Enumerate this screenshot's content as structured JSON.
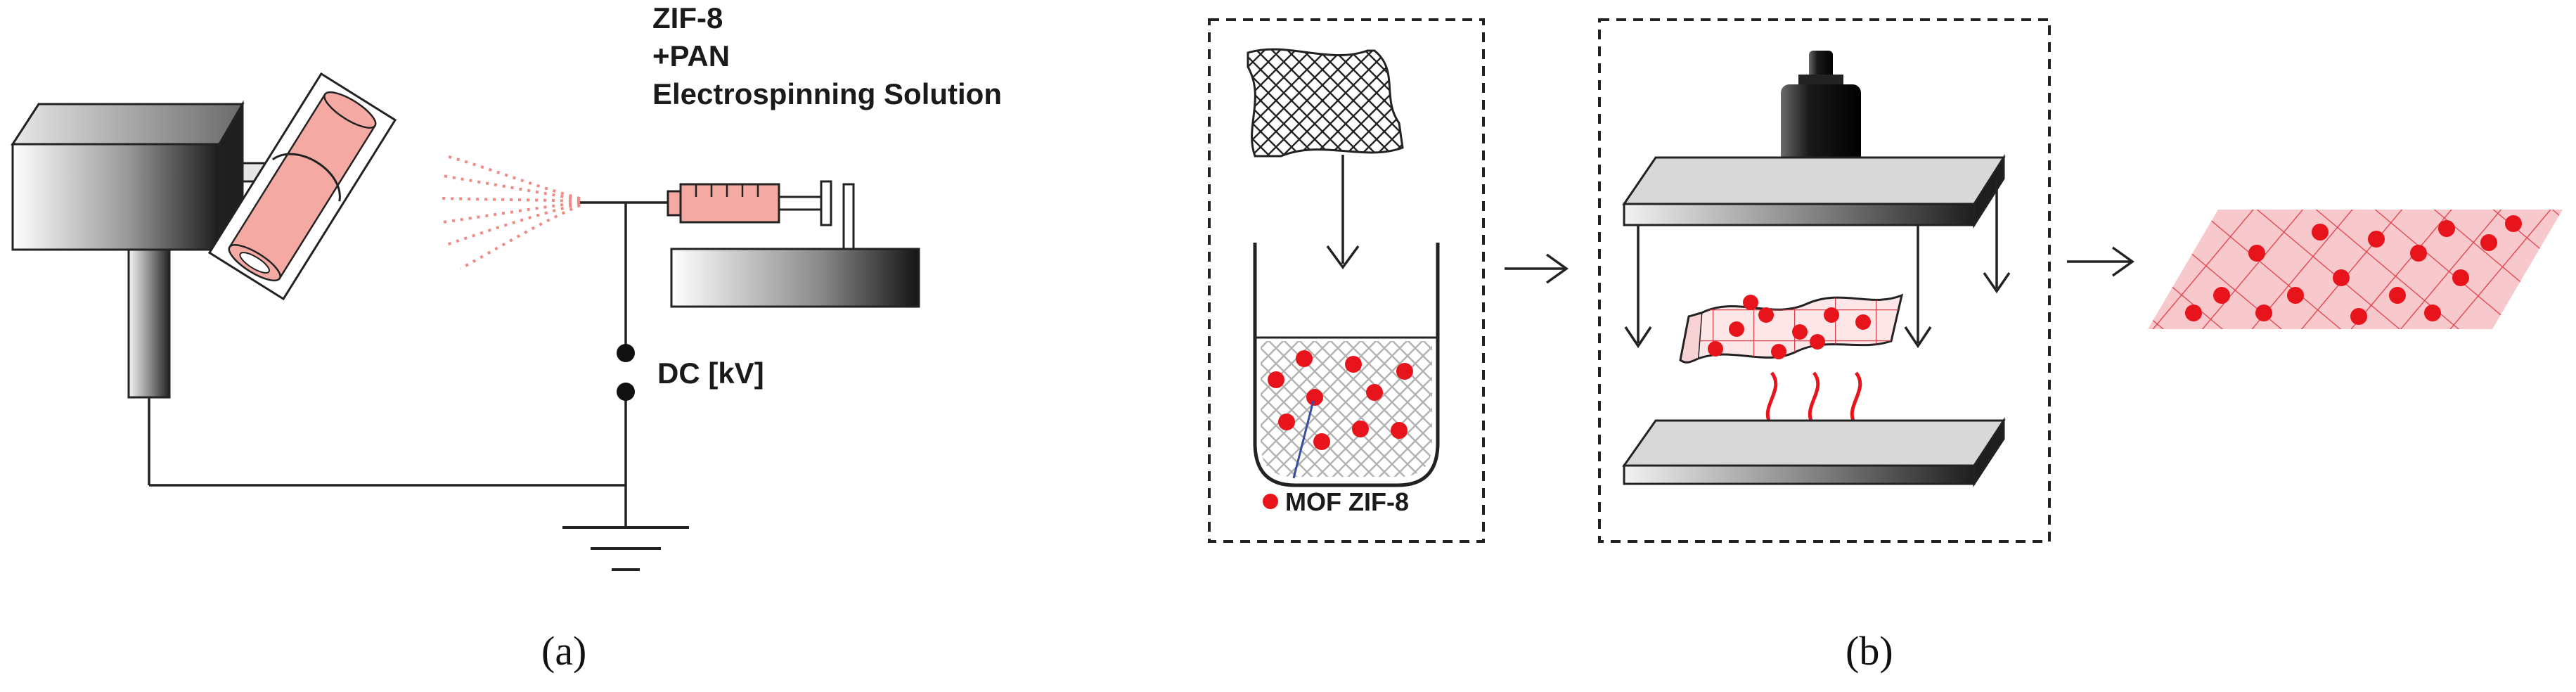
{
  "panel_a": {
    "solution_label_line1": "ZIF-8",
    "solution_label_line2": "+PAN",
    "solution_label_line3": "Electrospinning Solution",
    "voltage_label": "DC [kV]",
    "caption": "(a)"
  },
  "panel_b": {
    "legend_label": "MOF ZIF-8",
    "caption": "(b)"
  },
  "colors": {
    "fiber_pink": "#f4a9a3",
    "nanoparticle_red": "#e8141b",
    "mesh_pink": "#f8c9cc",
    "line_dark": "#222222"
  }
}
